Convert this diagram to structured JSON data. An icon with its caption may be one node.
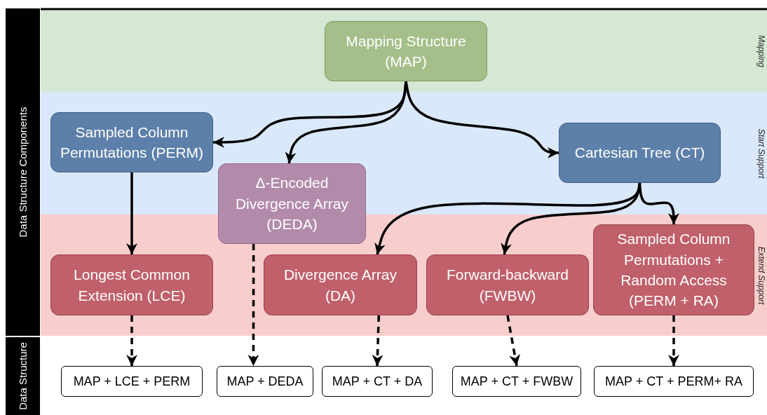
{
  "diagram": {
    "nodes": [
      {
        "text": [
          "Mapping"
        ]
      },
      {
        "text": [
          "Mapping Structure (MAP)"
        ],
        "in": 0
      },
      {
        "text": [
          "Start Support"
        ]
      },
      {
        "text": [
          "Sampled Column Permutations (PERM)"
        ],
        "in": 2
      },
      {
        "text": [
          "Cartesian Tree (CT)"
        ],
        "in": 2
      },
      {
        "text": [
          "Δ-Encoded Divergence Array (DEDA)"
        ]
      },
      {
        "text": [
          "Extend Support"
        ]
      },
      {
        "text": [
          "Longest Common Extension (LCE)"
        ],
        "in": 6
      },
      {
        "text": [
          "Divergence Array (DA)"
        ],
        "in": 6
      },
      {
        "text": [
          "Forward-backward (FWBW)"
        ],
        "in": 6
      },
      {
        "text": [
          "Sampled Column Permutations + Random Access (PERM + RA)"
        ],
        "in": 6
      },
      {
        "text": [
          "MAP + LCE + PERM"
        ]
      },
      {
        "text": [
          "MAP + DEDA"
        ]
      },
      {
        "text": [
          "MAP + CT + DA"
        ]
      },
      {
        "text": [
          "MAP + CT + FWBW"
        ]
      },
      {
        "text": [
          "MAP + CT + PERM+ RA"
        ]
      },
      {
        "text": [
          "Data Structure Components"
        ]
      },
      {
        "text": [
          "Data Structure"
        ]
      }
    ],
    "edges": [
      {
        "from": 1,
        "to": 3,
        "arrow": "to"
      },
      {
        "from": 1,
        "to": 5,
        "arrow": "to"
      },
      {
        "from": 1,
        "to": 4,
        "arrow": "to"
      },
      {
        "from": 3,
        "to": 7,
        "arrow": "to"
      },
      {
        "from": 4,
        "to": 8,
        "arrow": "to"
      },
      {
        "from": 4,
        "to": 9,
        "arrow": "to"
      },
      {
        "from": 4,
        "to": 10,
        "arrow": "to"
      },
      {
        "from": 7,
        "to": 11,
        "arrow": "to",
        "style": "dashed"
      },
      {
        "from": 5,
        "to": 12,
        "arrow": "to",
        "style": "dashed"
      },
      {
        "from": 8,
        "to": 13,
        "arrow": "to",
        "style": "dashed"
      },
      {
        "from": 9,
        "to": 14,
        "arrow": "to",
        "style": "dashed"
      },
      {
        "from": 10,
        "to": 15,
        "arrow": "to",
        "style": "dashed"
      }
    ]
  }
}
